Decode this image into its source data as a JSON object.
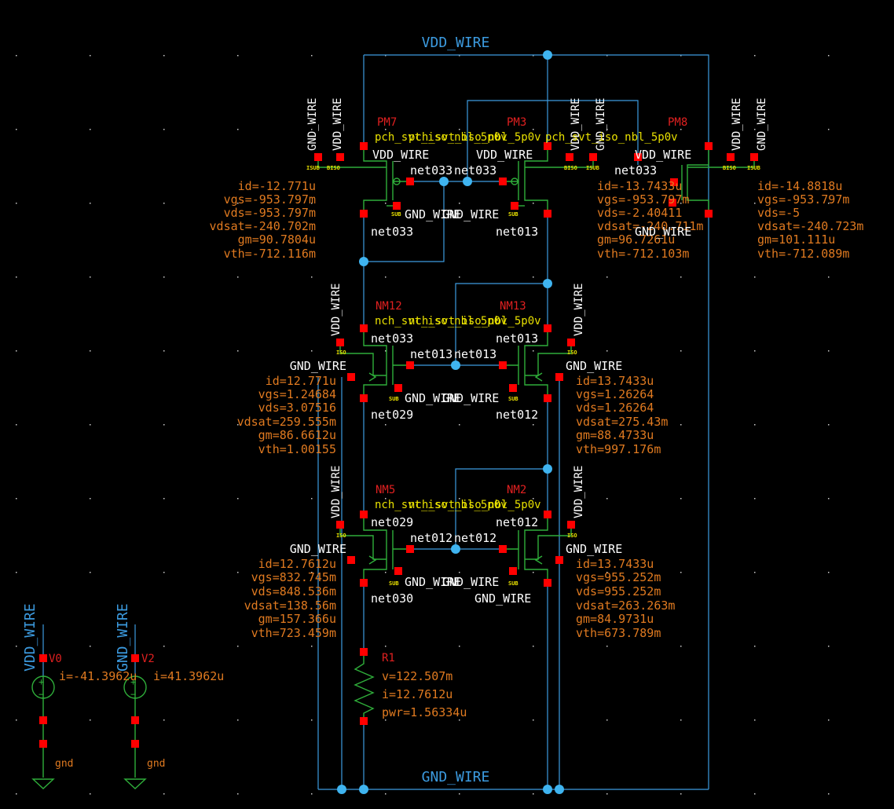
{
  "colors": {
    "background": "#000000",
    "wire": "#3c9be0",
    "device": "#2fae3a",
    "pin": "#ff0000",
    "instance_label": "#e02020",
    "cell_label": "#e8e000",
    "op_point": "#e07a20",
    "net_label": "#ffffff"
  },
  "rails": {
    "vdd": "VDD_WIRE",
    "gnd": "GND_WIRE"
  },
  "small_tags": {
    "isub": "ISUB",
    "biso": "BISO",
    "iso": "ISO",
    "sub": "SUB"
  },
  "devices": {
    "pm7": {
      "name": "PM7",
      "cell": "pch_svt_iso_nbl_5p0v",
      "drain_side": "VDD_WIRE",
      "gate_net": "net033",
      "source_net": "net033",
      "sub": "GND_WIRE",
      "left_tags": [
        "GND_WIRE",
        "VDD_WIRE"
      ],
      "op": [
        "id=-12.771u",
        "vgs=-953.797m",
        "vds=-953.797m",
        "vdsat=-240.702m",
        "gm=90.7804u",
        "vth=-712.116m"
      ]
    },
    "pm3": {
      "name": "PM3",
      "cell": "pch_svt_iso_nbl_5p0v",
      "drain_side": "VDD_WIRE",
      "gate_net": "net033",
      "source_net": "net013",
      "sub": "GND_WIRE",
      "right_tags": [
        "VDD_WIRE",
        "GND_WIRE"
      ],
      "op": [
        "id=-13.7433u",
        "vgs=-953.797m",
        "vds=-2.40411",
        "vdsat=-240.711m",
        "gm=96.7261u",
        "vth=-712.103m"
      ]
    },
    "pm8": {
      "name": "PM8",
      "cell": "pch_svt_iso_nbl_5p0v",
      "drain_side": "VDD_WIRE",
      "gate_net": "net033",
      "sub": "GND_WIRE",
      "right_tags": [
        "VDD_WIRE",
        "GND_WIRE"
      ],
      "op": [
        "id=-14.8818u",
        "vgs=-953.797m",
        "vds=-5",
        "vdsat=-240.723m",
        "gm=101.111u",
        "vth=-712.089m"
      ]
    },
    "nm12": {
      "name": "NM12",
      "cell": "nch_svt_iso_nbl_5p0v",
      "drain_net": "net033",
      "gate_net": "net013",
      "source_net": "net029",
      "sub": "GND_WIRE",
      "side_tag": "VDD_WIRE",
      "bulk_tag": "GND_WIRE",
      "op": [
        "id=12.771u",
        "vgs=1.24684",
        "vds=3.07516",
        "vdsat=259.555m",
        "gm=86.6612u",
        "vth=1.00155"
      ]
    },
    "nm13": {
      "name": "NM13",
      "cell": "nch_svt_iso_nbl_5p0v",
      "drain_net": "net013",
      "gate_net": "net013",
      "source_net": "net012",
      "sub": "GND_WIRE",
      "side_tag": "VDD_WIRE",
      "bulk_tag": "GND_WIRE",
      "op": [
        "id=13.7433u",
        "vgs=1.26264",
        "vds=1.26264",
        "vdsat=275.43m",
        "gm=88.4733u",
        "vth=997.176m"
      ]
    },
    "nm5": {
      "name": "NM5",
      "cell": "nch_svt_iso_nbl_5p0v",
      "drain_net": "net029",
      "gate_net": "net012",
      "source_net": "net030",
      "sub": "GND_WIRE",
      "side_tag": "VDD_WIRE",
      "bulk_tag": "GND_WIRE",
      "op": [
        "id=12.7612u",
        "vgs=832.745m",
        "vds=848.536m",
        "vdsat=138.56m",
        "gm=157.366u",
        "vth=723.459m"
      ]
    },
    "nm2": {
      "name": "NM2",
      "cell": "nch_svt_iso_nbl_5p0v",
      "drain_net": "net012",
      "gate_net": "net012",
      "source_net": "GND_WIRE",
      "sub": "GND_WIRE",
      "side_tag": "VDD_WIRE",
      "bulk_tag": "GND_WIRE",
      "op": [
        "id=13.7433u",
        "vgs=955.252m",
        "vds=955.252m",
        "vdsat=263.263m",
        "gm=84.9731u",
        "vth=673.789m"
      ]
    },
    "r1": {
      "name": "R1",
      "op": [
        "v=122.507m",
        "i=12.7612u",
        "pwr=1.56334u"
      ]
    },
    "v0": {
      "name": "V0",
      "rail": "VDD_WIRE",
      "current": "i=-41.3962u",
      "ground": "gnd"
    },
    "v2": {
      "name": "V2",
      "rail": "GND_WIRE",
      "current": "i=41.3962u",
      "ground": "gnd"
    }
  }
}
